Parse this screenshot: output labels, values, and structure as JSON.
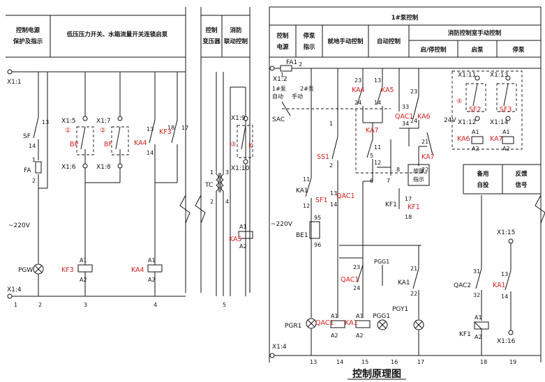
{
  "headers": {
    "left_1": [
      "控制电源",
      "保护及指示"
    ],
    "left_2": "低压压力开关、水箱流量开关连锁启泵",
    "mid_1": [
      "控制",
      "变压器"
    ],
    "mid_2": [
      "消防",
      "联动控制"
    ],
    "right_top": "1#泵控制",
    "right_cells": [
      {
        "lines": [
          "控制",
          "电源"
        ]
      },
      {
        "lines": [
          "停泵",
          "指示"
        ]
      },
      {
        "lines": [
          "就地手动控制"
        ]
      },
      {
        "lines": [
          "自动控制"
        ]
      },
      {
        "lines": [
          "启/停控制"
        ]
      },
      {
        "lines": [
          "启泵"
        ]
      },
      {
        "lines": [
          "停泵"
        ]
      }
    ],
    "right_group": "消防控制室手动控制"
  },
  "labels": {
    "x1_1": "X1:1",
    "x1_4_left": "X1:4",
    "x1_2": "X1:2",
    "x1_4_right": "X1:4",
    "x1_5": "X1:5",
    "x1_6": "X1:6",
    "x1_7": "X1:7",
    "x1_8": "X1:8",
    "x1_9": "X1:9",
    "x1_10": "X1:10",
    "x1_11": "X1:11",
    "x1_12": "X1:12",
    "x1_13": "X1:13",
    "x1_14": "X1:14",
    "x1_15": "X1:15",
    "x1_16": "X1:16",
    "sf": "SF",
    "fa": "FA",
    "fa1": "FA1",
    "v220_left": "~220V",
    "v220_right": "~220V",
    "pgw": "PGW",
    "tc": "TC",
    "sac": "SAC",
    "v24": "24V",
    "ka1_a": "KA1",
    "ka1_b": "KA1",
    "be1": "BE1",
    "kf1_b": "KF1",
    "qac2": "QAC2",
    "pgg1": "PGG1",
    "pgy1": "PGY1",
    "manual_1": "自动",
    "manual_2": "手动",
    "manual_3": "1#泵",
    "manual_4": "2#泵",
    "fault": [
      "故障",
      "指示"
    ],
    "spare": [
      "备用",
      "自投"
    ],
    "feedback": [
      "反馈",
      "信号"
    ]
  },
  "red_labels": {
    "bp": "BP",
    "bf": "BF",
    "ka4_l": "KA4",
    "kf3_l": "KF3",
    "kf3_coil": "KF3",
    "ka4_coil": "KA4",
    "k": "K",
    "ka5_coil": "KA5",
    "ka4_r": "KA4",
    "ka5_r": "KA5",
    "qac1_a": "QAC1",
    "ka6_a": "KA6",
    "ka7_a": "KA7",
    "ka7_b": "KA7",
    "ss1": "SS1",
    "qac1_b": "QAC1",
    "sf1": "SF1",
    "qac1_c": "QAC1",
    "qac1_coil": "QAC1",
    "ka1_coil": "KA1",
    "sf2": "SF2",
    "sf3": "SF3",
    "ka6_coil": "KA6",
    "ka7_coil": "KA7",
    "ka1_r": "KA1",
    "kf1_a": "KF1",
    "c1": "①",
    "c2": "②",
    "c3": "③",
    "c4": "④"
  },
  "col_numbers_left": [
    "1",
    "2",
    "3",
    "4",
    "5"
  ],
  "col_numbers_right": [
    "13",
    "14",
    "15",
    "16",
    "17",
    "18",
    "19"
  ],
  "footer_title": "控制原理图",
  "pgr1": "PGR1"
}
